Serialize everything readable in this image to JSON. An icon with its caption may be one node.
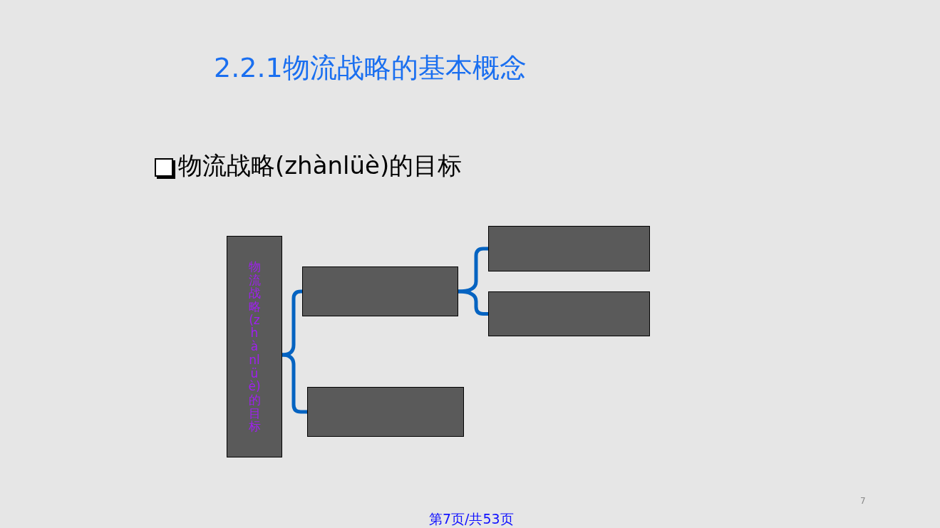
{
  "diagram": {
    "title": "2.2.1物流战略的基本概念",
    "nodes": [
      {
        "text": [
          "物流战略(zhànlüè)的目标"
        ]
      },
      {
        "text": [],
        "shape": "box"
      },
      {
        "text": [],
        "shape": "box"
      },
      {
        "text": [],
        "shape": "box"
      },
      {
        "text": [],
        "shape": "box"
      }
    ],
    "edges": [
      {
        "from": 0,
        "to": 1,
        "arrow": "none"
      },
      {
        "from": 0,
        "to": 4,
        "arrow": "none"
      },
      {
        "from": 1,
        "to": 2,
        "arrow": "none"
      },
      {
        "from": 1,
        "to": 3,
        "arrow": "none"
      }
    ],
    "labels": [
      "物流战略(zhànlüè)的目标",
      "7",
      "第7页/共53页"
    ]
  }
}
